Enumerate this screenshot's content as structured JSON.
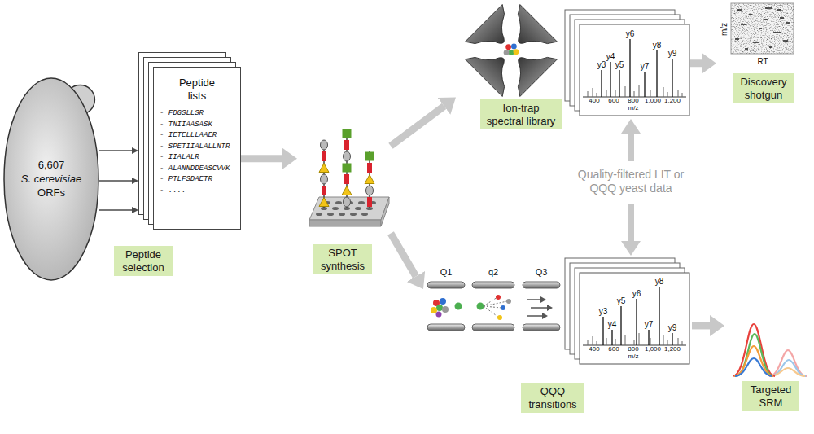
{
  "diagram": {
    "nodes": [
      {
        "text": [
          "6,607",
          "S. cerevisiae",
          "ORFs"
        ]
      },
      {
        "text": [
          "Peptide lists",
          "- FDGSLLSR",
          "- TNIIAASASK",
          "- IETELLLAAER",
          "- SPETIIALALLNTR",
          "- IIALALR",
          "- ALANNDDEASCVVK",
          "- PTLFSDAETR",
          "- ...."
        ]
      },
      {
        "text": [
          "Peptide selection"
        ]
      },
      {
        "text": [
          "SPOT synthesis"
        ]
      },
      {
        "text": [
          "Ion-trap spectral library"
        ]
      },
      {
        "text": [
          "Discovery shotgun"
        ]
      },
      {
        "text": [
          "QQQ transitions"
        ]
      },
      {
        "text": [
          "Targeted SRM"
        ]
      }
    ],
    "edges": [
      {
        "from": 0,
        "to": 1,
        "arrow": "to"
      },
      {
        "from": 0,
        "to": 1,
        "arrow": "to"
      },
      {
        "from": 0,
        "to": 1,
        "arrow": "to"
      },
      {
        "from": 1,
        "to": 3,
        "arrow": "to"
      },
      {
        "from": 3,
        "to": 4,
        "arrow": "to"
      },
      {
        "from": 3,
        "to": 6,
        "arrow": "to"
      },
      {
        "from": 4,
        "to": 5,
        "arrow": "to"
      },
      {
        "from": 6,
        "to": 7,
        "arrow": "to"
      }
    ],
    "labels": [
      "y6",
      "y8",
      "y9",
      "y3",
      "y4",
      "y5",
      "y7",
      "400",
      "600",
      "800",
      "1,000",
      "1,200",
      "m/z",
      "m/z",
      "RT",
      "Quality-filtered LIT or QQQ yeast data",
      "Q1",
      "q2",
      "Q3",
      "y8",
      "y6",
      "y5",
      "y3",
      "y4",
      "y7",
      "y9",
      "400",
      "600",
      "800",
      "1,000",
      "1,200",
      "m/z"
    ]
  }
}
